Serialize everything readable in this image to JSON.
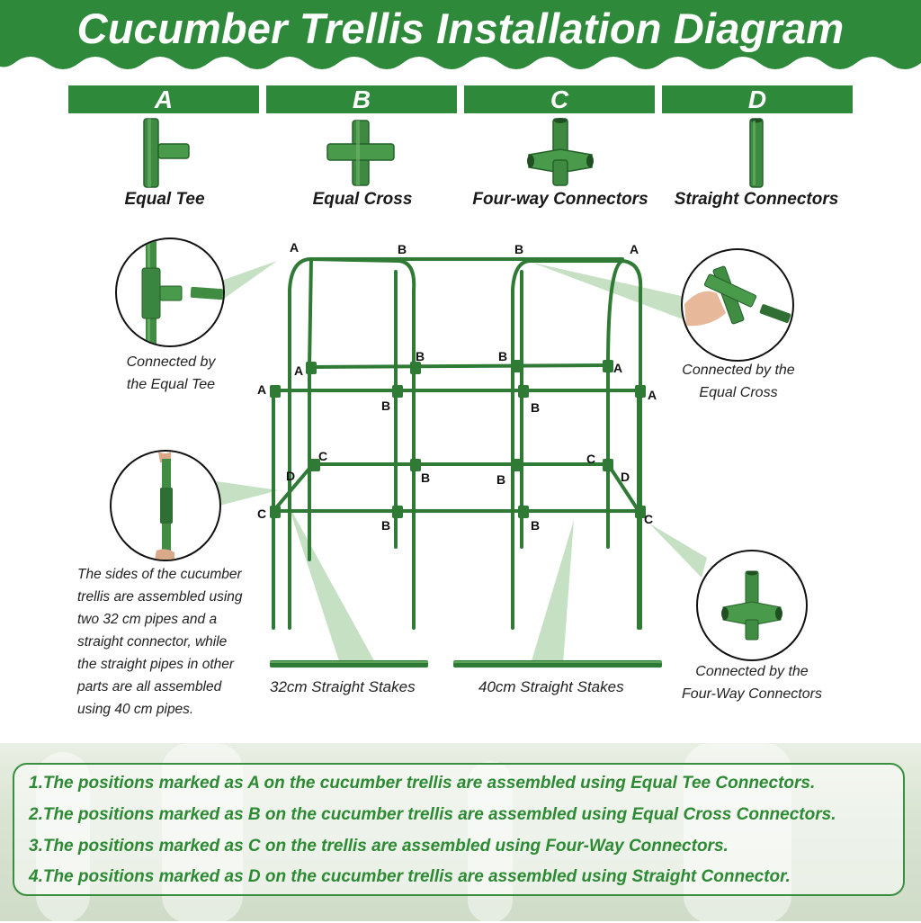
{
  "title": "Cucumber Trellis Installation Diagram",
  "colors": {
    "brand_green": "#2e8a3a",
    "text_green": "#2c8a33"
  },
  "parts": [
    {
      "letter": "A",
      "name": "Equal Tee",
      "icon": "equal-tee-icon"
    },
    {
      "letter": "B",
      "name": "Equal Cross",
      "icon": "equal-cross-icon"
    },
    {
      "letter": "C",
      "name": "Four-way Connectors",
      "icon": "four-way-connector-icon"
    },
    {
      "letter": "D",
      "name": "Straight Connectors",
      "icon": "straight-connector-icon"
    }
  ],
  "callouts": {
    "tee": [
      "Connected by",
      "the Equal Tee"
    ],
    "cross": [
      "Connected by the",
      "Equal Cross"
    ],
    "four_way": [
      "Connected by the",
      "Four-Way Connectors"
    ]
  },
  "side_note": [
    "The sides of the cucumber",
    "trellis are assembled using",
    "two 32 cm pipes and a",
    "straight connector, while",
    "the straight pipes in other",
    "parts are all assembled",
    "using 40 cm pipes."
  ],
  "stakes": {
    "short": "32cm Straight Stakes",
    "long": "40cm Straight Stakes"
  },
  "frame_labels": {
    "a": "A",
    "b": "B",
    "c": "C",
    "d": "D"
  },
  "instructions": [
    "1.The positions marked as A on the cucumber trellis are assembled using Equal Tee Connectors.",
    "2.The positions marked as B on the cucumber trellis are assembled using Equal Cross Connectors.",
    "3.The positions marked as C on the trellis are assembled using Four-Way Connectors.",
    "4.The positions marked as D on the cucumber trellis are assembled using Straight Connector."
  ]
}
